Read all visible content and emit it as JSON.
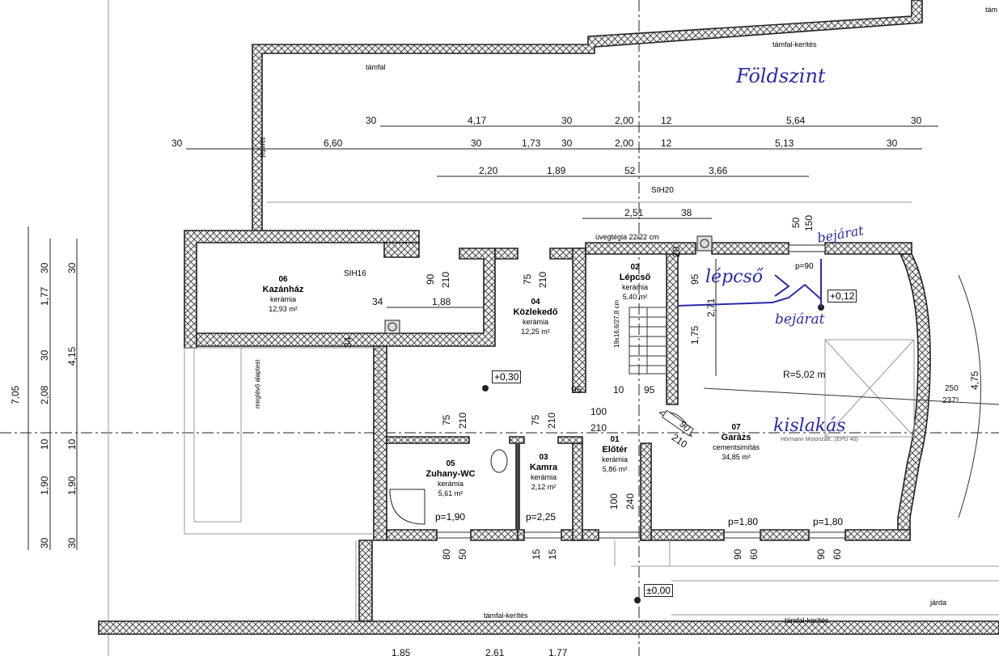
{
  "title_handwritten": "Földszint",
  "corner_text": "tám",
  "labels": {
    "tamfal_top": "támfal",
    "tamfal_kerites_top": "támfal-kerítés",
    "tamfal_left": "támfal",
    "tamfal_kerites_bottom_left": "támfal-kerítés",
    "tamfal_kerites_bottom_right": "támfal-kerítés",
    "jarda": "járda",
    "megleve_alaptest": "meglévő alaptest",
    "uvegteglas": "üvegtégla 22/22 cm",
    "sih20": "SIH20",
    "sih16": "SIH16",
    "stair_note": "19x16,6/27,8 cm",
    "garage_note": "Hörmann Motorizált...(EPU 40)"
  },
  "rooms": [
    {
      "id": "06a",
      "num": "06",
      "name": "Kazánház",
      "finish": "kerámia",
      "area": "12,93 m²"
    },
    {
      "id": "04",
      "num": "04",
      "name": "Közlekedő",
      "finish": "kerámia",
      "area": "12,25 m²"
    },
    {
      "id": "02",
      "num": "02",
      "name": "Lépcső",
      "finish": "kerámia",
      "area": "5,40 m²"
    },
    {
      "id": "05",
      "num": "05",
      "name": "Zuhany-WC",
      "finish": "kerámia",
      "area": "5,61 m²"
    },
    {
      "id": "03",
      "num": "03",
      "name": "Kamra",
      "finish": "kerámia",
      "area": "2,12 m²"
    },
    {
      "id": "01",
      "num": "01",
      "name": "Előtér",
      "finish": "kerámia",
      "area": "5,86 m²"
    },
    {
      "id": "07",
      "num": "07",
      "name": "Garázs",
      "finish": "cementsimítás",
      "area": "34,85 m²"
    }
  ],
  "levels": {
    "l1": "+0,30",
    "l2": "+0,12",
    "l3": "±0,00"
  },
  "parapets": {
    "p90": "p=90",
    "p190": "p=1,90",
    "p225": "p=2,25",
    "p180a": "p=1,80",
    "p180b": "p=1,80"
  },
  "dims_row1": [
    "30",
    "4,17",
    "30",
    "2,00",
    "12",
    "5,64",
    "30"
  ],
  "dims_row2": [
    "30",
    "6,60",
    "30",
    "1,73",
    "30",
    "2,00",
    "12",
    "5,13",
    "30"
  ],
  "dims_row3": [
    "2,20",
    "1,89",
    "52",
    "3,66"
  ],
  "dims_row4": [
    "2,51",
    "38"
  ],
  "dims_left_outer": [
    "7,05"
  ],
  "dims_left_a": [
    "30",
    "1,77",
    "30",
    "2,08",
    "10",
    "1,90",
    "30"
  ],
  "dims_left_b": [
    "30",
    "4,15",
    "10",
    "1,90",
    "30"
  ],
  "dims_misc": {
    "d34a": "34",
    "d188": "1,88",
    "d34b": "34",
    "d90a": "90",
    "d210a": "210",
    "d75a": "75",
    "d210b": "210",
    "d95a": "95",
    "d271": "2,71",
    "d175": "1,75",
    "d20": "20",
    "d50": "50",
    "d150": "150",
    "d95b": "95",
    "d10": "10",
    "d95c": "95",
    "d100a": "100",
    "d210c": "210",
    "d75b": "75",
    "d210d": "210",
    "d75c": "75",
    "d210e": "210",
    "d90b": "90",
    "d210f": "210",
    "d100b": "100",
    "d240": "240",
    "d80": "80",
    "d50b": "50",
    "d15a": "15",
    "d15b": "15",
    "d90c": "90",
    "d60a": "60",
    "d90d": "90",
    "d60b": "60",
    "radius": "R=5,02 m",
    "d250": "250",
    "d2375": "237⁵",
    "d475": "4,75",
    "bottom1": "1,85",
    "bottom2": "2,61",
    "bottom3": "1,77"
  },
  "handwritten": {
    "lepcso": "lépcső",
    "bejarat_top": "bejárat",
    "bejarat_mid": "bejárat",
    "kislakas": "kislakás"
  }
}
